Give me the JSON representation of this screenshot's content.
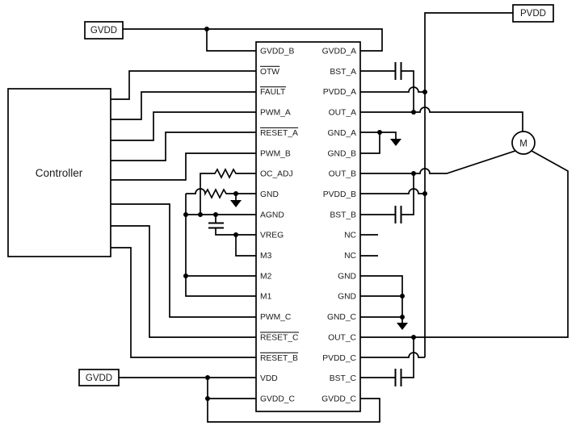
{
  "controller": {
    "label": "Controller"
  },
  "power_labels": {
    "gvdd_top": "GVDD",
    "gvdd_bottom": "GVDD",
    "pvdd": "PVDD"
  },
  "motor": {
    "label": "M"
  },
  "ic": {
    "left_pins": [
      {
        "label": "GVDD_B",
        "overline": false
      },
      {
        "label": "OTW",
        "overline": true
      },
      {
        "label": "FAULT",
        "overline": true
      },
      {
        "label": "PWM_A",
        "overline": false
      },
      {
        "label": "RESET_A",
        "overline": true
      },
      {
        "label": "PWM_B",
        "overline": false
      },
      {
        "label": "OC_ADJ",
        "overline": false
      },
      {
        "label": "GND",
        "overline": false
      },
      {
        "label": "AGND",
        "overline": false
      },
      {
        "label": "VREG",
        "overline": false
      },
      {
        "label": "M3",
        "overline": false
      },
      {
        "label": "M2",
        "overline": false
      },
      {
        "label": "M1",
        "overline": false
      },
      {
        "label": "PWM_C",
        "overline": false
      },
      {
        "label": "RESET_C",
        "overline": true
      },
      {
        "label": "RESET_B",
        "overline": true
      },
      {
        "label": "VDD",
        "overline": false
      },
      {
        "label": "GVDD_C",
        "overline": false
      }
    ],
    "right_pins": [
      "GVDD_A",
      "BST_A",
      "PVDD_A",
      "OUT_A",
      "GND_A",
      "GND_B",
      "OUT_B",
      "PVDD_B",
      "BST_B",
      "NC",
      "NC",
      "GND",
      "GND",
      "GND_C",
      "OUT_C",
      "PVDD_C",
      "BST_C",
      "GVDD_C"
    ]
  },
  "colors": {
    "wire": "#000000",
    "text": "#1a1a1a",
    "background": "#ffffff"
  }
}
